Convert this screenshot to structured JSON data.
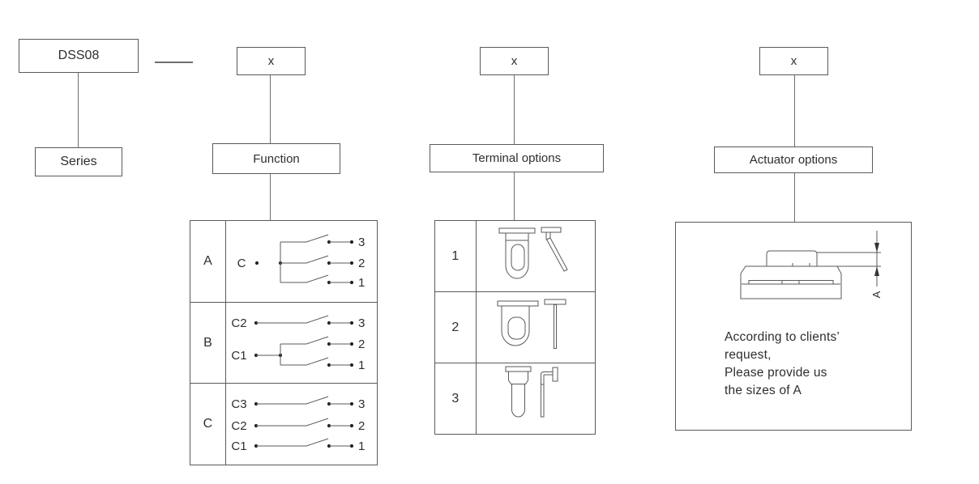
{
  "page": {
    "background": "#ffffff",
    "line_color": "#5a5a5a",
    "text_color": "#2e2e2e"
  },
  "top": {
    "series_code": "DSS08",
    "x_label": "x"
  },
  "category_labels": {
    "series": "Series",
    "function": "Function",
    "terminal": "Terminal options",
    "actuator": "Actuator options"
  },
  "function_table": {
    "contact_labels": [
      "3",
      "2",
      "1"
    ],
    "rows": [
      {
        "key": "A",
        "common": "C"
      },
      {
        "key": "B",
        "pole_top": "C2",
        "pole_bottom": "C1"
      },
      {
        "key": "C",
        "pole1": "C3",
        "pole2": "C2",
        "pole3": "C1"
      }
    ]
  },
  "terminal_table": {
    "rows": [
      {
        "key": "1",
        "icon": "slotted-lug-and-bent-terminal-icon"
      },
      {
        "key": "2",
        "icon": "round-hole-lug-and-straight-terminal-icon"
      },
      {
        "key": "3",
        "icon": "solder-pin-and-right-angle-terminal-icon"
      }
    ]
  },
  "actuator_panel": {
    "dimension_label": "A",
    "note_lines": [
      "According to clients’",
      "request,",
      "Please provide us",
      "the sizes of A"
    ]
  }
}
